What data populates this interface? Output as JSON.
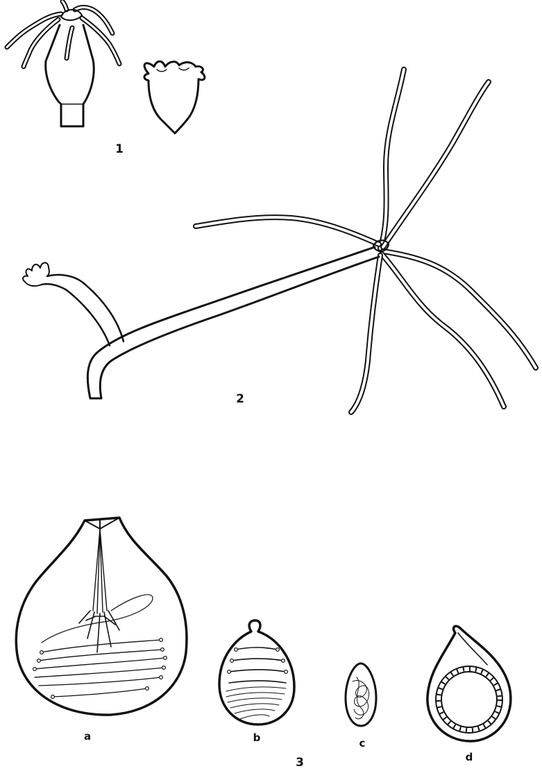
{
  "figure_labels": {
    "fig1": "1",
    "fig2": "2",
    "fig3": "3"
  },
  "sub_labels": {
    "a": "a",
    "b": "b",
    "c": "c",
    "d": "d"
  },
  "colors": {
    "ink": "#111111",
    "paper": "#ffffff"
  }
}
